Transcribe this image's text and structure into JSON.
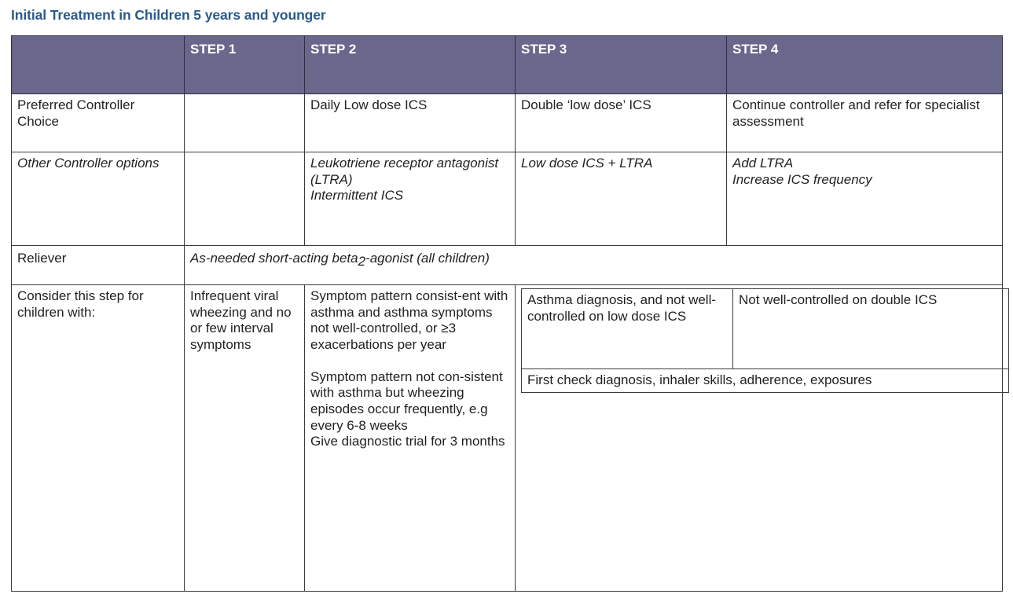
{
  "title": "Initial Treatment in Children 5 years and younger",
  "colors": {
    "title": "#2a5a8c",
    "header_bg": "#6a678c",
    "header_text": "#ffffff",
    "border": "#3b3b3b",
    "body_text": "#231f20"
  },
  "table": {
    "headers": [
      "",
      "STEP 1",
      "STEP 2",
      "STEP 3",
      "STEP 4"
    ],
    "rows": [
      {
        "label": "Preferred Controller Choice",
        "step1": "",
        "step2": "Daily Low dose ICS",
        "step3": "Double ‘low dose’ ICS",
        "step4": "Continue controller and refer for specialist assessment"
      },
      {
        "label": "Other Controller options",
        "step1": "",
        "step2": "Leukotriene receptor antagonist (LTRA)\nIntermittent ICS",
        "step3": "Low dose ICS + LTRA",
        "step4": "Add LTRA\nIncrease ICS frequency"
      }
    ],
    "reliever": {
      "label": "Reliever",
      "text_before": "As-needed short-acting beta",
      "subscript": "2",
      "text_after": "-agonist (all children)"
    },
    "consider": {
      "label": "Consider this step for children with:",
      "step1": "Infrequent viral wheezing and no or few interval symptoms",
      "step2": "Symptom pattern consist-ent with asthma and asthma symptoms not well-controlled, or ≥3 exacerbations per year\n\nSymptom pattern not con-sistent with asthma but wheezing episodes occur frequently, e.g every 6-8 weeks\nGive diagnostic trial for 3 months",
      "step3": "Asthma diagnosis, and not well-controlled on low dose ICS",
      "step4": "Not well-controlled on double ICS",
      "footer_span": "First check diagnosis, inhaler skills, adherence, exposures"
    }
  }
}
